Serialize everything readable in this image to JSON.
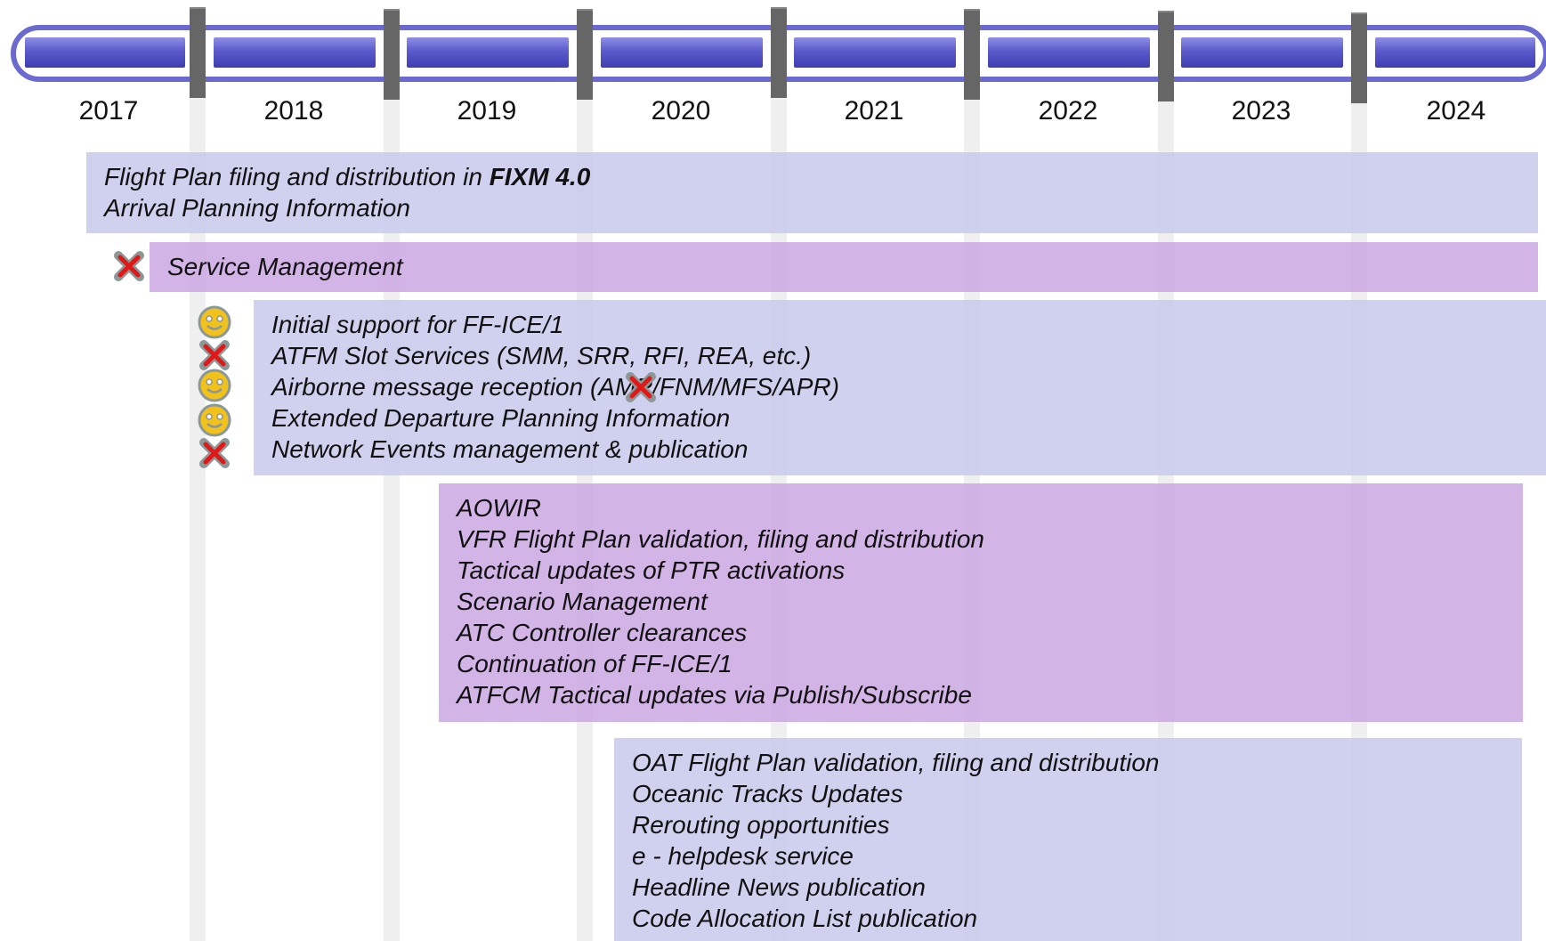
{
  "timeline": {
    "years": [
      "2017",
      "2018",
      "2019",
      "2020",
      "2021",
      "2022",
      "2023",
      "2024"
    ]
  },
  "groups": {
    "g1": {
      "lines": [
        {
          "pre": "Flight Plan filing and distribution in ",
          "strong": "FIXM 4.0"
        },
        {
          "pre": "Arrival Planning Information",
          "strong": ""
        }
      ]
    },
    "g2": {
      "lines": [
        "Service Management"
      ]
    },
    "g3": {
      "lines": [
        "Initial support for FF-ICE/1",
        "ATFM Slot Services (SMM, SRR, RFI, REA, etc.)",
        "Airborne message reception (AMP/FNM/MFS/APR)",
        "Extended Departure Planning Information",
        "Network Events management & publication"
      ]
    },
    "g4": {
      "lines": [
        "AOWIR",
        "VFR Flight Plan validation, filing and distribution",
        "Tactical updates of PTR activations",
        "Scenario Management",
        "ATC Controller clearances",
        "Continuation of FF-ICE/1",
        "ATFCM Tactical updates via Publish/Subscribe"
      ]
    },
    "g5": {
      "lines": [
        "OAT Flight Plan validation, filing and distribution",
        "Oceanic Tracks Updates",
        "Rerouting opportunities",
        "e - helpdesk service",
        "Headline News publication",
        "Code Allocation List publication"
      ]
    }
  },
  "status_icons": {
    "g2": [
      "cross"
    ],
    "g3": [
      "smiley",
      "cross",
      "smiley",
      "smiley",
      "cross"
    ]
  },
  "colors": {
    "timeline_border": "#6a6ad0",
    "timeline_fill": "#5a5acb",
    "lavender_box": "#c8c8ec",
    "purple_box": "#cdaae4",
    "smiley": "#f2c21b",
    "cross": "#e01818"
  }
}
